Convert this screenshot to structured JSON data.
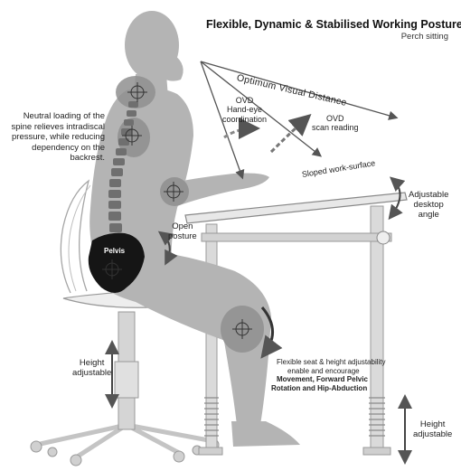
{
  "title": "Flexible, Dynamic & Stabilised Working Posture",
  "subtitle": "Perch sitting",
  "labels": {
    "optimum_visual_distance": "Optimum Visual Distance",
    "ovd_hand_eye": "OVD\nHand-eye\ncoordination",
    "ovd_scan": "OVD\nscan reading",
    "neutral_loading": "Neutral loading of the spine relieves intradiscal pressure, while reducing dependency on the backrest.",
    "sloped_surface": "Sloped work-surface",
    "adjustable_desktop_angle": "Adjustable\ndesktop\nangle",
    "open_posture": "Open\nposture",
    "pelvis": "Pelvis",
    "height_adjustable_left": "Height\nadjustable",
    "height_adjustable_right": "Height\nadjustable",
    "flexible_seat_line1": "Flexible seat & height adjustability",
    "flexible_seat_line2": "enable and encourage",
    "flexible_seat_bold1": "Movement, Forward Pelvic",
    "flexible_seat_bold2": "Rotation and Hip-Abduction"
  },
  "colors": {
    "figure": "#b4b4b4",
    "figure_dark": "#8c8c8c",
    "spine": "#6e6e6e",
    "pelvis": "#111111",
    "furniture": "#c8c8c8",
    "arrow": "#555555"
  }
}
